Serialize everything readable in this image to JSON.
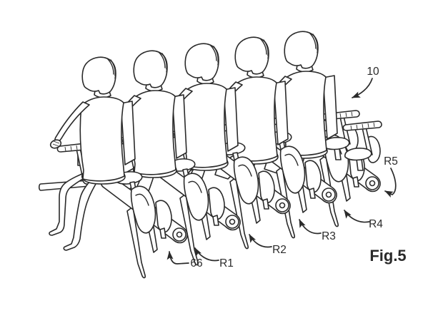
{
  "figure": {
    "caption": "Fig.5",
    "assembly_label": "10",
    "part_label": "66",
    "row_labels": [
      "R1",
      "R2",
      "R3",
      "R4",
      "R5"
    ]
  },
  "colors": {
    "ink": "#2a2a2a",
    "paper": "#ffffff"
  }
}
